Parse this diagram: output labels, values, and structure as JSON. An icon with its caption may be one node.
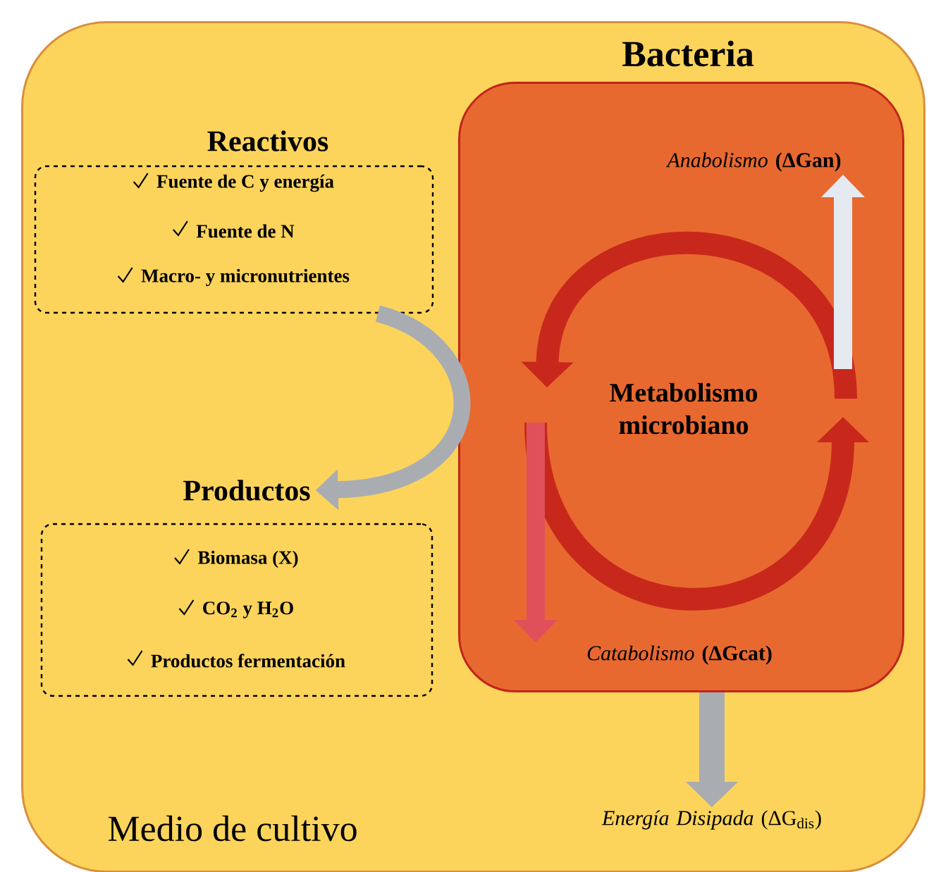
{
  "diagram": {
    "nodes": [
      {
        "text": [
          "Medio de cultivo"
        ]
      },
      {
        "text": [
          "Bacteria"
        ],
        "in": 0
      },
      {
        "text": [
          "Reactivos",
          "Fuente de C y energía",
          "Fuente de N",
          "Macro- y micronutrientes"
        ],
        "in": 0
      },
      {
        "text": [
          "Productos",
          "Biomasa (X)",
          "CO$_{2}$ y H$_{2}$O",
          "Productos fermentación"
        ],
        "in": 0
      },
      {
        "text": [
          "Metabolismo microbiano"
        ],
        "in": 1
      },
      {
        "text": [
          "*Anabolismo* **(ΔGan)**"
        ],
        "in": 1
      },
      {
        "text": [
          "*Catabolismo* **(ΔGcat)**"
        ],
        "in": 1
      },
      {
        "text": [
          "*Energía Disipada* (ΔG$_{dis}$)"
        ],
        "in": 0
      }
    ],
    "edges": [
      {
        "from": 2,
        "to": 3,
        "arrow": "to"
      },
      {
        "from": null,
        "to": 5,
        "arrow": "to",
        "color": "#e4eaf0"
      },
      {
        "from": null,
        "to": 6,
        "arrow": "to",
        "color": "#e0505a"
      },
      {
        "from": 1,
        "to": 7,
        "arrow": "to"
      }
    ]
  }
}
